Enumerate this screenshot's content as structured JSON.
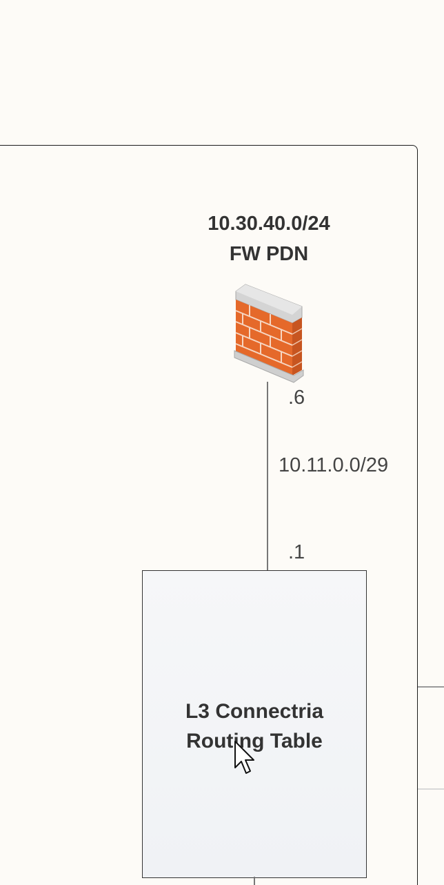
{
  "firewall": {
    "subnet": "10.30.40.0/24",
    "name": "FW PDN",
    "icon": "firewall-icon"
  },
  "link": {
    "fw_end": ".6",
    "subnet": "10.11.0.0/29",
    "router_end": ".1"
  },
  "router": {
    "line1": "L3 Connectria",
    "line2": "Routing Table"
  },
  "colors": {
    "brick": "#e5692a",
    "brick_dark": "#b8481a",
    "cap": "#c9c9c9",
    "background": "#fdfbf7"
  }
}
